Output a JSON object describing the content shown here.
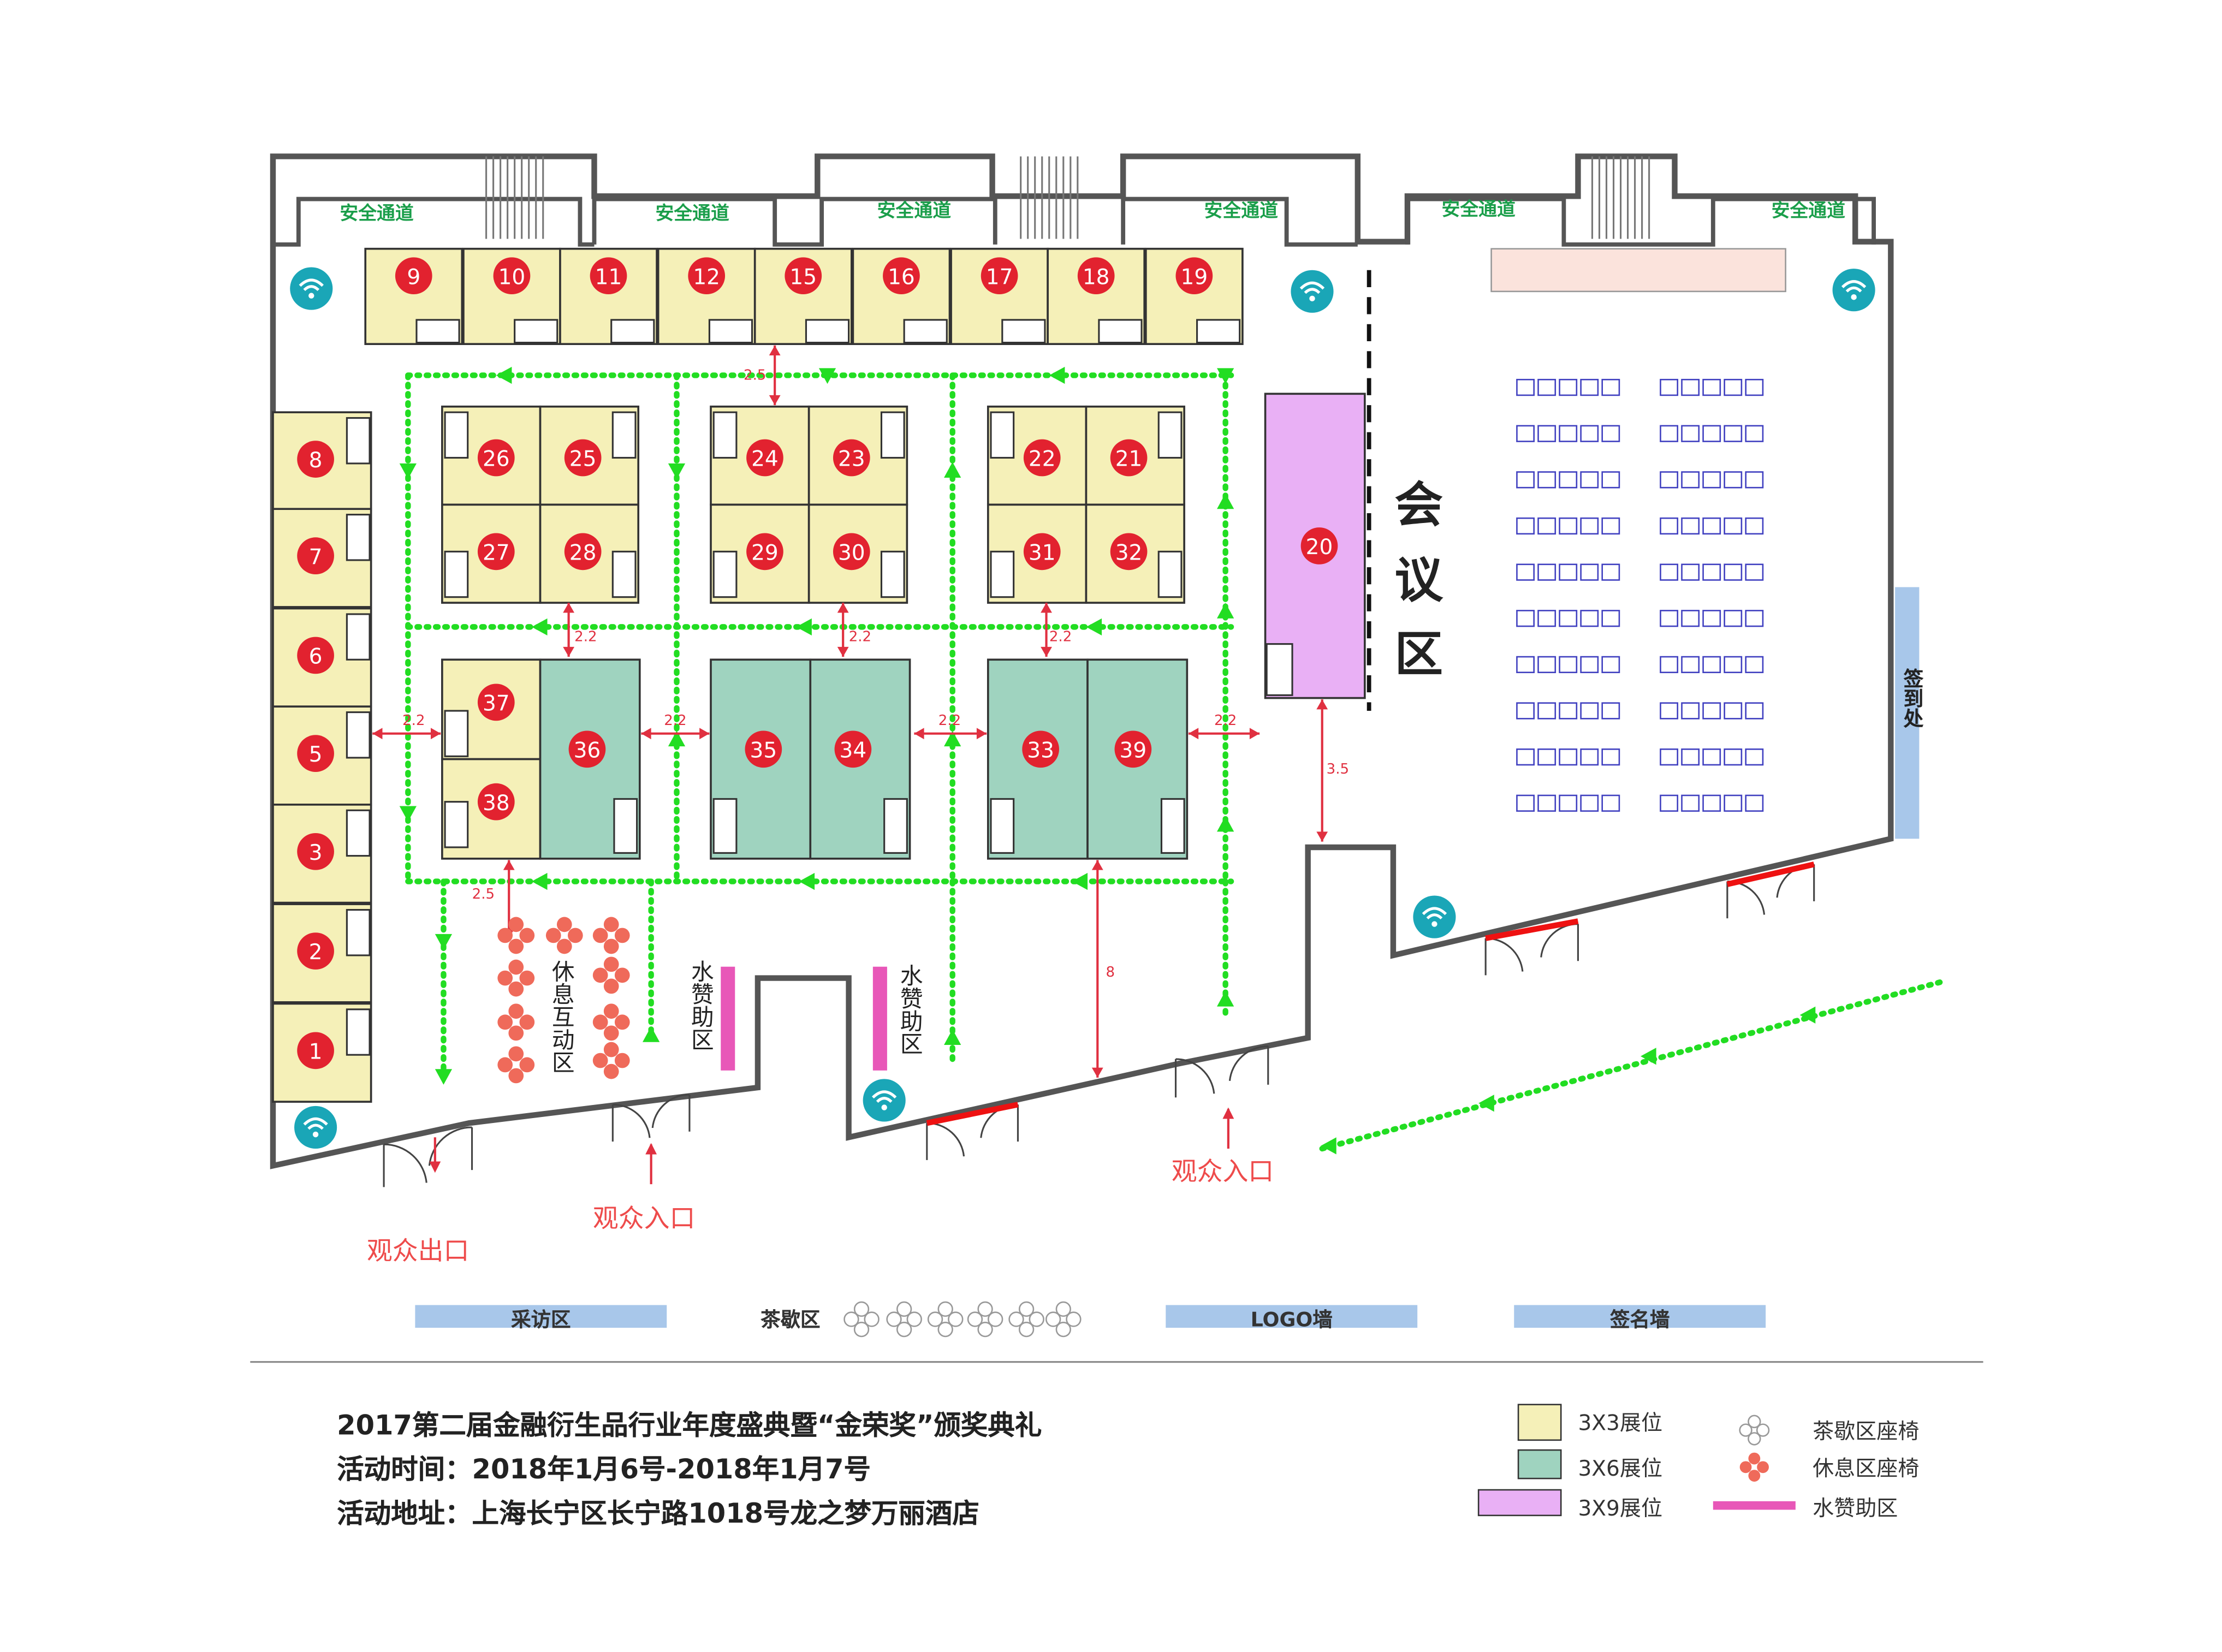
{
  "map": {
    "safety_exit_label": "安全通道",
    "meeting_area_label": [
      "会",
      "议",
      "区"
    ],
    "checkin_label": "签到处",
    "lounge_label": "休息互动区",
    "sponsor_label": "水赞助区",
    "exit_label": "观众出口",
    "entrance_label": "观众入口",
    "dimensions": {
      "d25": "2.5",
      "d22": "2.2",
      "d35": "3.5",
      "d8": "8"
    },
    "booths_3x3_top": [
      "9",
      "10",
      "11",
      "12",
      "15",
      "16",
      "17",
      "18",
      "19"
    ],
    "booths_3x3_left": [
      "8",
      "7",
      "6",
      "5",
      "3",
      "2",
      "1"
    ],
    "booths_3x3_blocks": [
      "26",
      "25",
      "27",
      "28",
      "24",
      "23",
      "29",
      "30",
      "22",
      "21",
      "31",
      "32",
      "37",
      "38"
    ],
    "booths_3x6": [
      "36",
      "35",
      "34",
      "33",
      "39"
    ],
    "booths_3x9": [
      "20"
    ],
    "bottom_bars": {
      "interview": "采访区",
      "tea": "茶歇区",
      "logo_wall": "LOGO墙",
      "sign_wall": "签名墙"
    }
  },
  "event": {
    "title": "2017第二届金融衍生品行业年度盛典暨“金荣奖”颁奖典礼",
    "time": "活动时间：2018年1月6号-2018年1月7号",
    "address": "活动地址：上海长宁区长宁路1018号龙之梦万丽酒店"
  },
  "legend": {
    "booth_3x3": "3X3展位",
    "booth_3x6": "3X6展位",
    "booth_3x9": "3X9展位",
    "tea_seats": "茶歇区座椅",
    "rest_seats": "休息区座椅",
    "water_sponsor": "水赞助区"
  },
  "colors": {
    "booth_3x3": "#f5f0b8",
    "booth_3x6": "#9fd3bf",
    "booth_3x9": "#e9b0f5",
    "badge": "#e2222f",
    "path": "#22dd22",
    "dimension": "#e03040",
    "sponsor": "#e857b8",
    "wifi": "#1aa6b7",
    "bar": "#a8c7ea"
  }
}
